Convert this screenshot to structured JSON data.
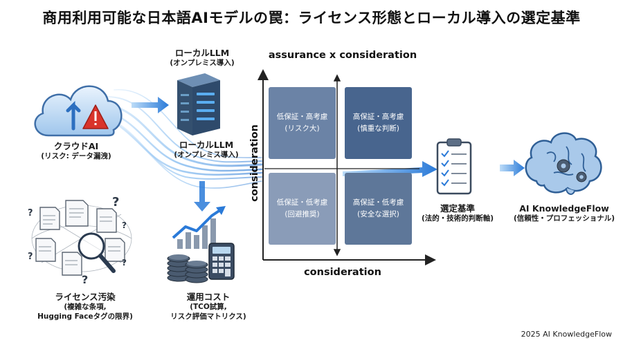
{
  "title": "商用利用可能な日本語AIモデルの罠：ライセンス形態とローカル導入の選定基準",
  "nodes": {
    "cloud": {
      "label": "クラウドAI",
      "sub": "(リスク: データ漏洩)"
    },
    "local_top": {
      "label": "ローカルLLM",
      "sub": "(オンプレミス導入)"
    },
    "local_mid": {
      "label": "ローカルLLM",
      "sub": "(オンプレミス導入)"
    },
    "license": {
      "label": "ライセンス汚染",
      "sub1": "(複雑な条項,",
      "sub2": "Hugging Faceタグの限界)"
    },
    "cost": {
      "label": "運用コスト",
      "sub1": "(TCO試算,",
      "sub2": "リスク評価マトリクス)"
    },
    "criteria": {
      "label": "選定基準",
      "sub": "(法的・技術的判断軸)"
    },
    "knowledgeflow": {
      "label": "AI KnowledgeFlow",
      "sub": "(信頼性・プロフェッショナル)"
    }
  },
  "matrix": {
    "title": "assurance x consideration",
    "x_label": "consideration",
    "y_label": "consideration",
    "quadrants": {
      "top_left": {
        "line1": "低保証・高考慮",
        "line2": "(リスク大)",
        "color": "#6b83a6"
      },
      "top_right": {
        "line1": "高保証・高考慮",
        "line2": "(慎重な判断)",
        "color": "#48658e"
      },
      "bottom_left": {
        "line1": "低保証・低考慮",
        "line2": "(回避推奨)",
        "color": "#8a9cb8"
      },
      "bottom_right": {
        "line1": "高保証・低考慮",
        "line2": "(安全な選択)",
        "color": "#5e7799"
      }
    }
  },
  "colors": {
    "accent_blue": "#2f7fd6",
    "alert_red": "#d9342b",
    "dark_navy": "#1f3a5f"
  },
  "icons": [
    "cloud-alert-icon",
    "server-icon",
    "documents-magnifier-icon",
    "coins-chart-calculator-icon",
    "checklist-clipboard-icon",
    "brain-gear-icon"
  ],
  "footer": "2025 AI KnowledgeFlow"
}
